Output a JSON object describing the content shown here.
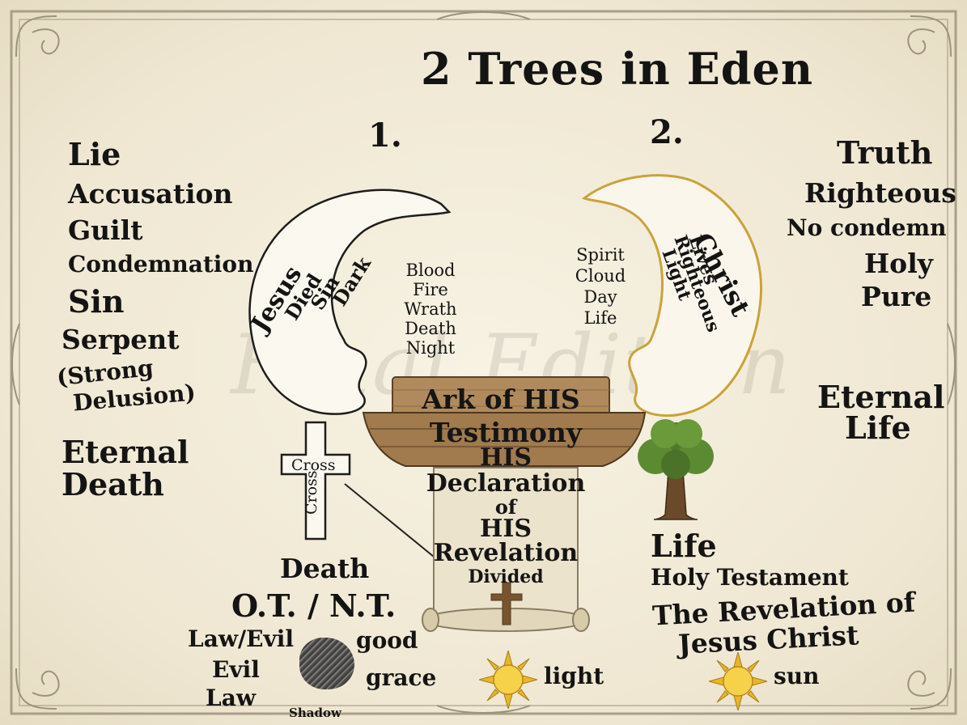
{
  "title": "2 Trees in Eden",
  "watermark": "Final Edition",
  "tree1": {
    "number": "1.",
    "left_column": [
      "Lie",
      "Accusation",
      "Guilt",
      "Condemnation",
      "Sin",
      "Serpent",
      "(Strong",
      "Delusion)",
      "Eternal",
      "Death"
    ],
    "shape_words": [
      "Jesus",
      "Died",
      "Sin",
      "Dark"
    ],
    "list": [
      "Blood",
      "Fire",
      "Wrath",
      "Death",
      "Night"
    ],
    "cross_labels": [
      "Cross",
      "Cross"
    ],
    "bottom": {
      "death": "Death",
      "testaments": "O.T. / N.T.",
      "law_evil": "Law/Evil",
      "evil": "Evil",
      "law": "Law",
      "good": "good",
      "grace": "grace",
      "shadow": "Shadow"
    }
  },
  "tree2": {
    "number": "2.",
    "right_column": [
      "Truth",
      "Righteous",
      "No condemn",
      "Holy",
      "Pure",
      "Eternal",
      "Life"
    ],
    "shape_words": [
      "Christ",
      "Lives",
      "Righteous",
      "Light"
    ],
    "list": [
      "Spirit",
      "Cloud",
      "Day",
      "Life"
    ],
    "bottom": [
      "Life",
      "Holy Testament",
      "The Revelation of",
      "Jesus Christ"
    ]
  },
  "ark": {
    "sign": "Ark of HIS",
    "hull": "Testimony",
    "scroll": [
      "HIS",
      "Declaration",
      "of",
      "HIS",
      "Revelation",
      "Divided"
    ]
  },
  "sun_labels": [
    "light",
    "sun"
  ],
  "colors": {
    "background": "#f1ead7",
    "gold_outline": "#c9a33a",
    "wood": "#8b6a43",
    "parchment": "#ece3cc",
    "ink": "#141414"
  },
  "icons": [
    "cross-icon",
    "tree-icon",
    "sun-icon",
    "ark-icon",
    "scroll-icon"
  ]
}
